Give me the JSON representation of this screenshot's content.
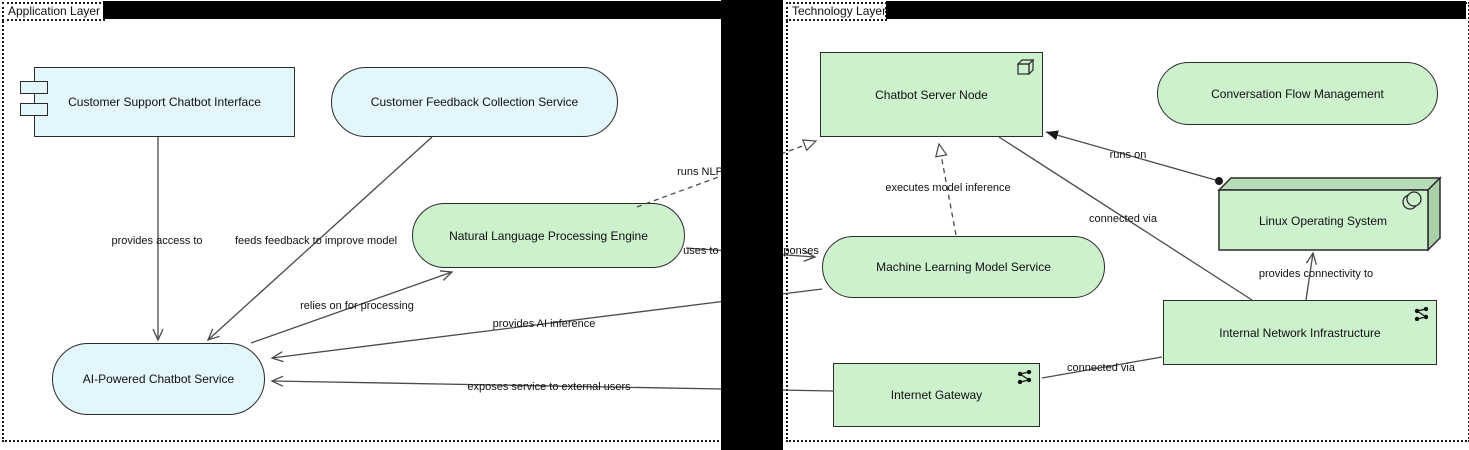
{
  "groups": [
    {
      "label": "Application Layer"
    },
    {
      "label": "Technology Layer"
    }
  ],
  "nodes": {
    "customer_support_interface": {
      "label": "Customer Support Chatbot Interface",
      "type": "application-component"
    },
    "feedback_service": {
      "label": "Customer Feedback Collection Service",
      "type": "application-service"
    },
    "nlp_engine": {
      "label": "Natural Language Processing Engine",
      "type": "application-service"
    },
    "ai_chatbot_service": {
      "label": "AI-Powered Chatbot Service",
      "type": "application-service"
    },
    "chatbot_server_node": {
      "label": "Chatbot Server Node",
      "type": "node"
    },
    "conversation_flow": {
      "label": "Conversation Flow Management",
      "type": "technology-service"
    },
    "ml_model_service": {
      "label": "Machine Learning Model Service",
      "type": "technology-service"
    },
    "linux_os": {
      "label": "Linux Operating System",
      "type": "system-software"
    },
    "internal_network": {
      "label": "Internal Network Infrastructure",
      "type": "communication-network"
    },
    "internet_gateway": {
      "label": "Internet Gateway",
      "type": "communication-network"
    }
  },
  "edges": {
    "provides_access": {
      "label": "provides access to"
    },
    "feeds_feedback": {
      "label": "feeds feedback to improve model"
    },
    "relies_on": {
      "label": "relies on for processing"
    },
    "runs_nlp": {
      "label": "runs NLP"
    },
    "uses_responses": {
      "label": "uses to generate responses"
    },
    "executes_inference": {
      "label": "executes model inference"
    },
    "runs_on": {
      "label": "runs on"
    },
    "connected_via_server": {
      "label": "connected via"
    },
    "provides_connectivity": {
      "label": "provides connectivity to"
    },
    "connected_via_gateway": {
      "label": "connected via"
    },
    "provides_inference": {
      "label": "provides AI inference"
    },
    "exposes_service": {
      "label": "exposes service to external users"
    }
  },
  "colors": {
    "application_fill": "#e3f6fb",
    "technology_fill": "#ccf1cc",
    "node_border": "#2b2b2b",
    "relationship_line": "#4a4a4a",
    "redaction": "#000000",
    "background": "#ffffff"
  }
}
